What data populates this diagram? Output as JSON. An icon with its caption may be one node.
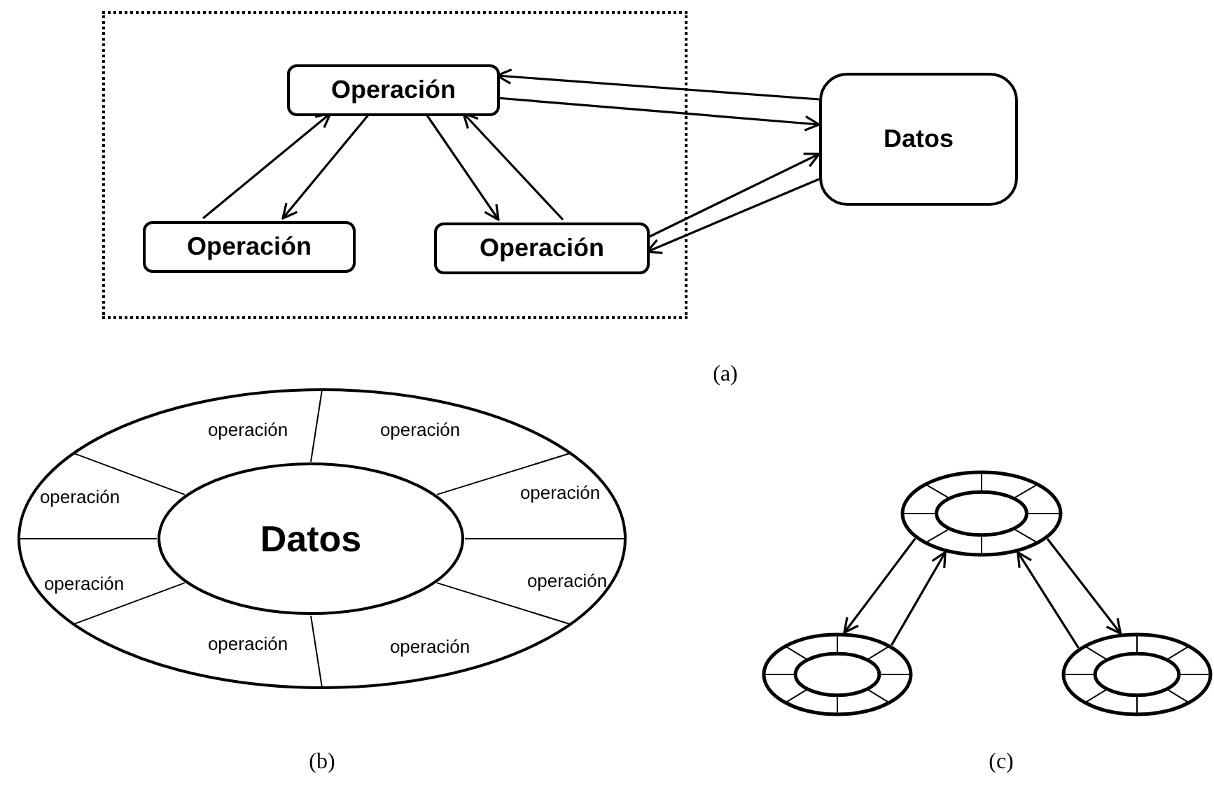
{
  "diagram": {
    "nodes": [
      {
        "text": [],
        "shape": "box"
      },
      {
        "text": [
          "Operación"
        ],
        "in": 0
      },
      {
        "text": [
          "Operación"
        ],
        "in": 0
      },
      {
        "text": [
          "Operación"
        ],
        "in": 0
      },
      {
        "text": [
          "Datos"
        ]
      },
      {
        "text": [],
        "shape": "ellipse"
      },
      {
        "text": [
          "Datos"
        ],
        "in": 5
      },
      {
        "text": [],
        "shape": "ellipse"
      },
      {
        "text": [],
        "shape": "ellipse"
      },
      {
        "text": [],
        "shape": "ellipse"
      }
    ],
    "edges": [
      {
        "from": 2,
        "to": 1,
        "arrow": "to"
      },
      {
        "from": 1,
        "to": 2,
        "arrow": "to"
      },
      {
        "from": 1,
        "to": 3,
        "arrow": "to"
      },
      {
        "from": 3,
        "to": 1,
        "arrow": "to"
      },
      {
        "from": 4,
        "to": 1,
        "arrow": "to"
      },
      {
        "from": 1,
        "to": 4,
        "arrow": "to"
      },
      {
        "from": 4,
        "to": 3,
        "arrow": "to"
      },
      {
        "from": 3,
        "to": 4,
        "arrow": "to"
      },
      {
        "from": 7,
        "to": 8,
        "arrow": "to"
      },
      {
        "from": 8,
        "to": 7,
        "arrow": "to"
      },
      {
        "from": 9,
        "to": 7,
        "arrow": "to"
      },
      {
        "from": 7,
        "to": 9,
        "arrow": "to"
      }
    ],
    "labels": [
      "(a)",
      "operación",
      "operación",
      "operación",
      "operación",
      "operación",
      "operación",
      "operación",
      "operación",
      "(b)",
      "(c)"
    ]
  }
}
